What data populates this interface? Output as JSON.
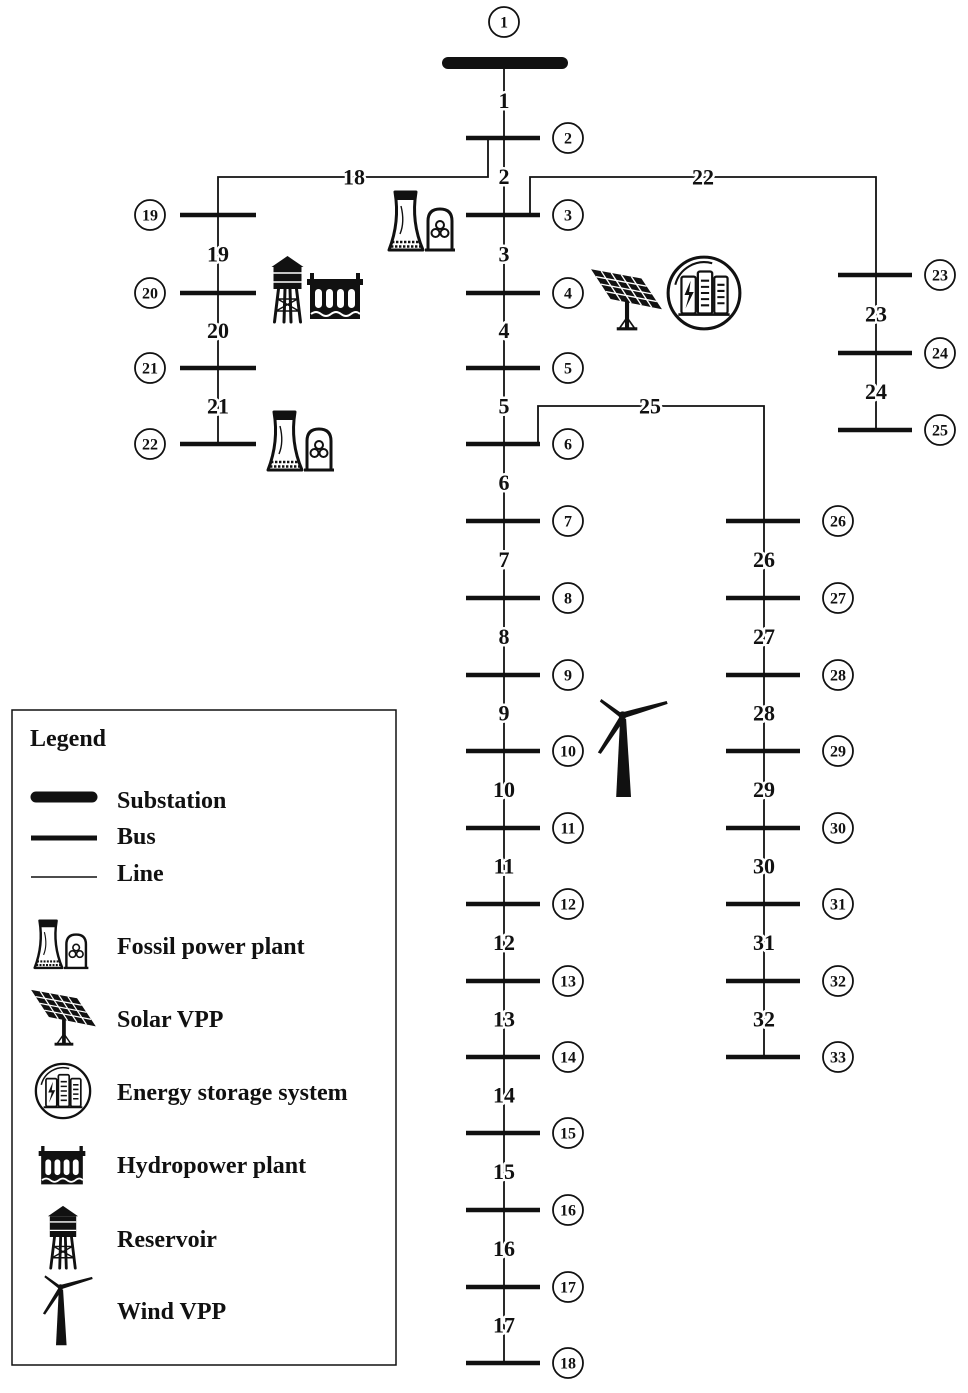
{
  "diagram": {
    "bus_numbers": [
      "1",
      "2",
      "3",
      "4",
      "5",
      "6",
      "7",
      "8",
      "9",
      "10",
      "11",
      "12",
      "13",
      "14",
      "15",
      "16",
      "17",
      "18",
      "19",
      "20",
      "21",
      "22",
      "23",
      "24",
      "25",
      "26",
      "27",
      "28",
      "29",
      "30",
      "31",
      "32",
      "33"
    ],
    "line_numbers": [
      "1",
      "2",
      "3",
      "4",
      "5",
      "6",
      "7",
      "8",
      "9",
      "10",
      "11",
      "12",
      "13",
      "14",
      "15",
      "16",
      "17",
      "18",
      "19",
      "20",
      "21",
      "22",
      "23",
      "24",
      "25",
      "26",
      "27",
      "28",
      "29",
      "30",
      "31",
      "32"
    ]
  },
  "legend": {
    "title": "Legend",
    "items": [
      {
        "label": "Substation",
        "icon": "substation-symbol"
      },
      {
        "label": "Bus",
        "icon": "bus-symbol"
      },
      {
        "label": "Line",
        "icon": "line-symbol"
      },
      {
        "label": "Fossil power plant",
        "icon": "fossil-power-plant-icon"
      },
      {
        "label": "Solar VPP",
        "icon": "solar-panel-icon"
      },
      {
        "label": "Energy storage system",
        "icon": "energy-storage-icon"
      },
      {
        "label": "Hydropower plant",
        "icon": "hydropower-plant-icon"
      },
      {
        "label": "Reservoir",
        "icon": "water-tower-icon"
      },
      {
        "label": "Wind VPP",
        "icon": "wind-turbine-icon"
      }
    ]
  },
  "colors": {
    "ink": "#111111",
    "background": "#ffffff"
  }
}
